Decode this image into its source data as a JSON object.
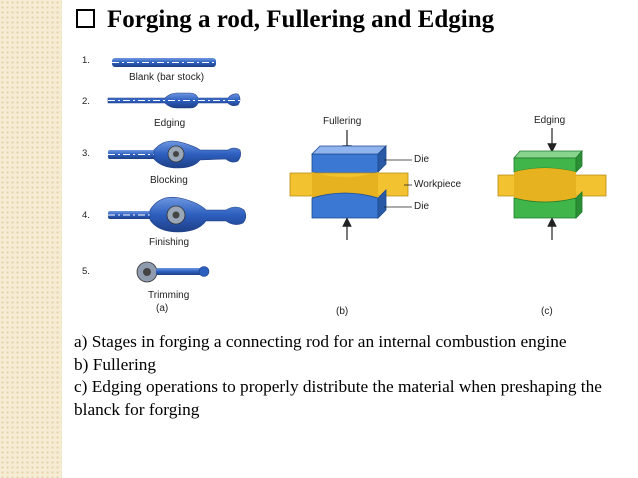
{
  "slide": {
    "title": "Forging a rod, Fullering and Edging"
  },
  "figure": {
    "stages": [
      {
        "number": "1.",
        "label": "Blank (bar stock)"
      },
      {
        "number": "2.",
        "label": "Edging"
      },
      {
        "number": "3.",
        "label": "Blocking"
      },
      {
        "number": "4.",
        "label": "Finishing"
      },
      {
        "number": "5.",
        "label": "Trimming"
      }
    ],
    "panel_a_label": "(a)",
    "panel_b_label": "(b)",
    "panel_c_label": "(c)",
    "fullering_title": "Fullering",
    "edging_title": "Edging",
    "die_top_label": "Die",
    "workpiece_label": "Workpiece",
    "die_bottom_label": "Die",
    "colors": {
      "rod_blue": "#2d5fbf",
      "die_blue": "#3b78d4",
      "die_green": "#3fb54a",
      "workpiece_yellow": "#f2c230"
    }
  },
  "caption": {
    "line_a": "a) Stages in forging a connecting rod for an internal combustion engine",
    "line_b": "b) Fullering",
    "line_c": "c) Edging operations to properly distribute the material when preshaping the blanck for forging"
  }
}
